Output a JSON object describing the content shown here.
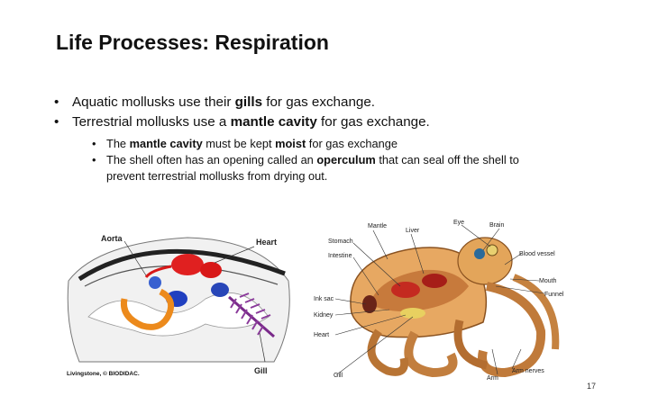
{
  "slide": {
    "title": "Life Processes: Respiration",
    "page_number": "17"
  },
  "bullets": [
    {
      "pre": "Aquatic mollusks use their ",
      "strong": "gills",
      "post": " for gas exchange."
    },
    {
      "pre": "Terrestrial mollusks use a ",
      "strong": "mantle cavity",
      "post": " for gas exchange."
    }
  ],
  "sub_bullets": [
    {
      "pre": "The ",
      "strong1": "mantle cavity",
      "mid": " must be kept ",
      "strong2": "moist",
      "post": " for gas exchange"
    },
    {
      "pre": "The shell often has an opening called an ",
      "strong1": "operculum",
      "post": " that can seal off the shell to prevent terrestrial mollusks from drying out."
    }
  ],
  "figure_left": {
    "labels": {
      "aorta": "Aorta",
      "heart": "Heart",
      "gill": "Gill"
    },
    "credit": "Livingstone, © BIODIDAC."
  },
  "figure_right": {
    "labels": {
      "mantle": "Mantle",
      "eye": "Eye",
      "brain": "Brain",
      "stomach": "Stomach",
      "liver": "Liver",
      "intestine": "Intestine",
      "blood_vessel": "Blood vessel",
      "mouth": "Mouth",
      "funnel": "Funnel",
      "ink_sac": "Ink sac",
      "kidney": "Kidney",
      "heart": "Heart",
      "gill": "Gill",
      "arm": "Arm",
      "arm_nerves": "Arm nerves"
    }
  }
}
